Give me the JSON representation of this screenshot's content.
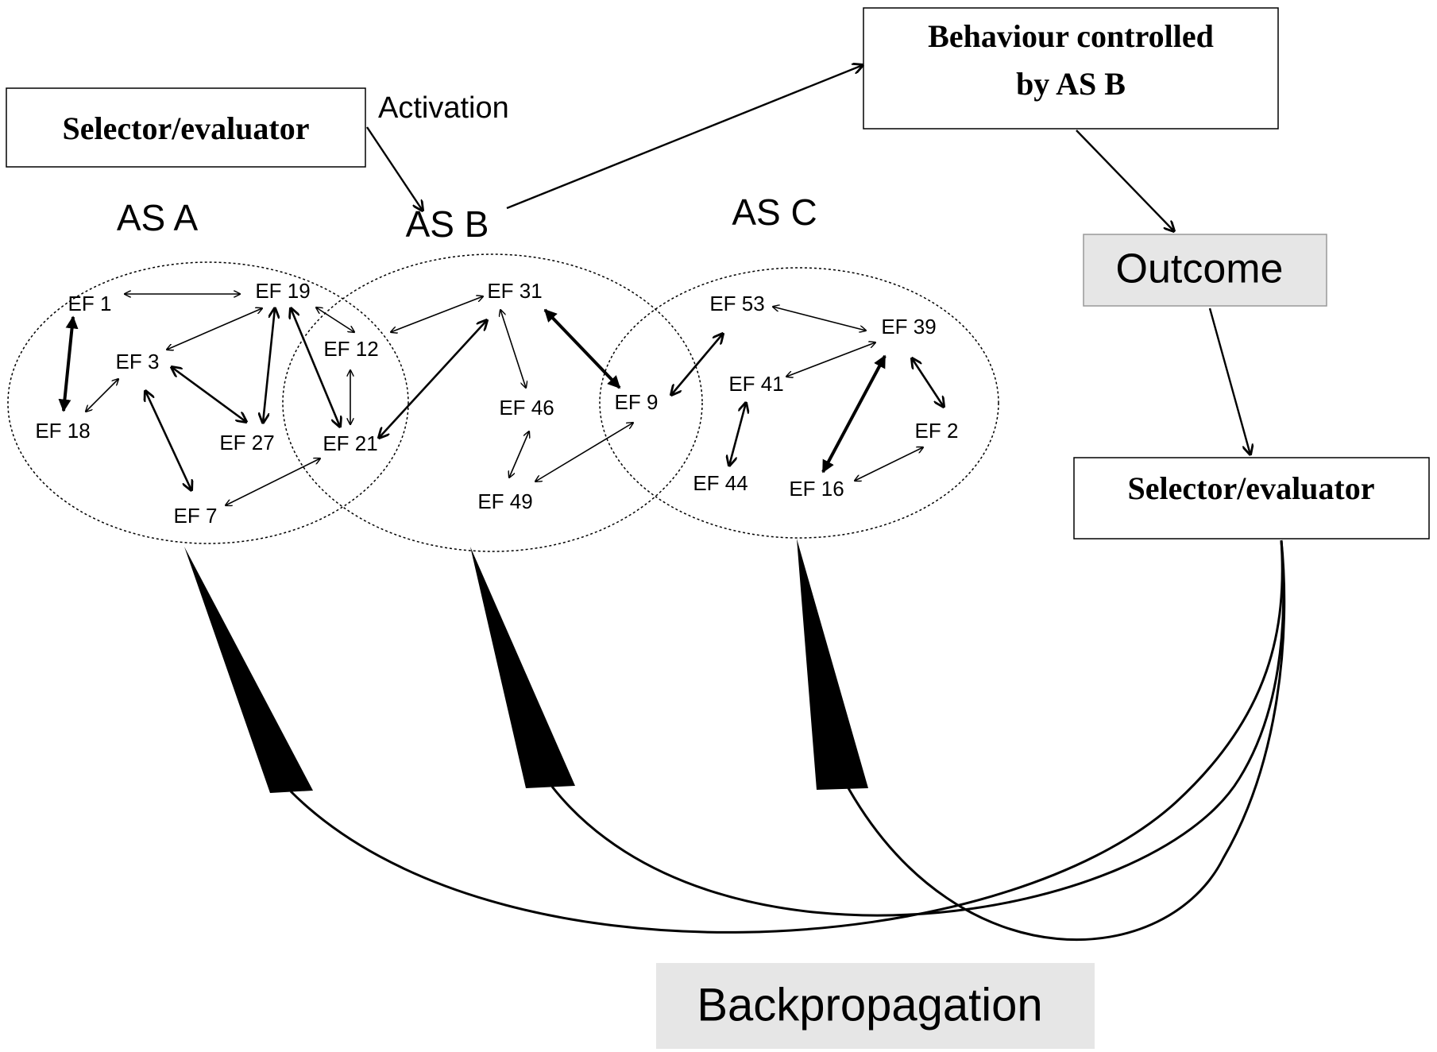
{
  "boxes": {
    "selector_top": "Selector/evaluator",
    "behaviour_line1": "Behaviour controlled",
    "behaviour_line2": "by AS B",
    "outcome": "Outcome",
    "selector_right": "Selector/evaluator",
    "backpropagation": "Backpropagation"
  },
  "labels": {
    "activation": "Activation"
  },
  "sets": {
    "a": "AS A",
    "b": "AS B",
    "c": "AS C"
  },
  "nodes": {
    "ef1": "EF 1",
    "ef19": "EF 19",
    "ef3": "EF 3",
    "ef12": "EF 12",
    "ef18": "EF 18",
    "ef27": "EF 27",
    "ef21": "EF 21",
    "ef7": "EF 7",
    "ef31": "EF 31",
    "ef46": "EF 46",
    "ef49": "EF 49",
    "ef9": "EF 9",
    "ef53": "EF 53",
    "ef39": "EF 39",
    "ef41": "EF 41",
    "ef2": "EF 2",
    "ef44": "EF 44",
    "ef16": "EF 16"
  },
  "colors": {
    "ink": "#000000",
    "box_fill": "#ffffff",
    "shaded_fill": "#e6e6e6"
  }
}
